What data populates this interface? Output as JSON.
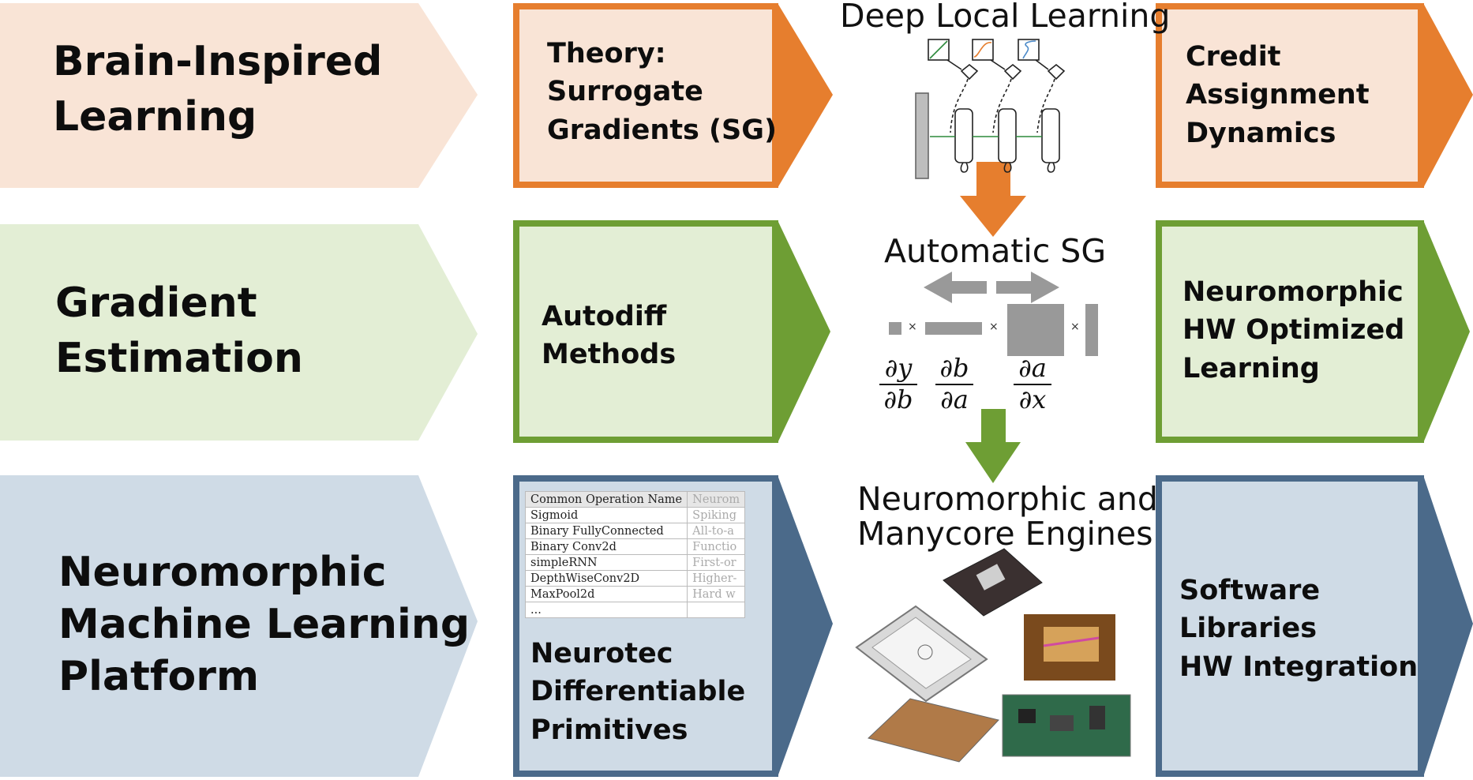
{
  "rows": [
    {
      "category_lines": [
        "Brain-Inspired",
        "Learning"
      ],
      "left_box_lines": [
        "Theory:",
        "Surrogate",
        "Gradients (SG)"
      ],
      "right_box_lines": [
        "Credit",
        "Assignment",
        "Dynamics"
      ],
      "center_title": "Deep Local Learning",
      "color_fill": "#f9e4d6",
      "color_border": "#e67e2e"
    },
    {
      "category_lines": [
        "Gradient",
        "Estimation"
      ],
      "left_box_lines": [
        "Autodiff",
        "Methods"
      ],
      "right_box_lines": [
        "Neuromorphic",
        "HW Optimized",
        "Learning"
      ],
      "center_title": "Automatic SG",
      "color_fill": "#e3eed5",
      "color_border": "#6e9e34"
    },
    {
      "category_lines": [
        "Neuromorphic",
        "Machine Learning",
        "Platform"
      ],
      "left_box_lines": [
        "Neurotec",
        "Differentiable",
        "Primitives"
      ],
      "right_box_lines": [
        "Software",
        "Libraries",
        "HW Integration"
      ],
      "center_title_lines": [
        "Neuromorphic and",
        "Manycore Engines"
      ],
      "color_fill": "#cfdbe6",
      "color_border": "#4b6a8a"
    }
  ],
  "fractions": [
    {
      "num": "∂y",
      "den": "∂b"
    },
    {
      "num": "∂b",
      "den": "∂a"
    },
    {
      "num": "∂a",
      "den": "∂x"
    }
  ],
  "multiply_symbol": "×",
  "ops_table": {
    "headers": [
      "Common Operation Name",
      "Neurom"
    ],
    "rows": [
      [
        "Sigmoid",
        "Spiking"
      ],
      [
        "Binary FullyConnected",
        "All-to-a"
      ],
      [
        "Binary Conv2d",
        "Functio"
      ],
      [
        "simpleRNN",
        "First-or"
      ],
      [
        "DepthWiseConv2D",
        "Higher-"
      ],
      [
        "MaxPool2d",
        "Hard w"
      ],
      [
        "...",
        ""
      ]
    ]
  },
  "icons": [
    "spike-raster-icon",
    "neuron-layer-icon",
    "surrogate-plot-icon",
    "chip-icon"
  ]
}
